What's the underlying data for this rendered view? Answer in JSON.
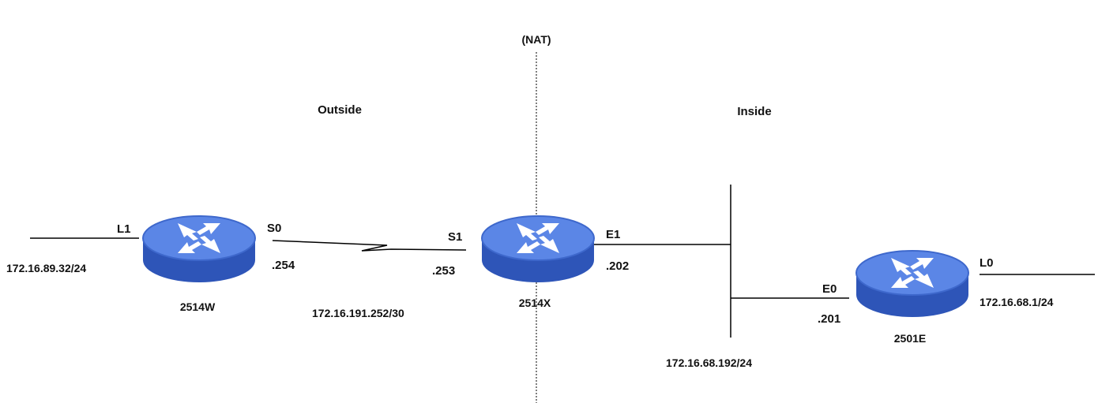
{
  "labels": {
    "nat": "(NAT)",
    "outside": "Outside",
    "inside": "Inside"
  },
  "routers": {
    "west": {
      "name": "2514W"
    },
    "x": {
      "name": "2514X"
    },
    "east": {
      "name": "2501E"
    }
  },
  "interfaces": {
    "w_l1": "L1",
    "w_s0": "S0",
    "w_s0_ip": ".254",
    "x_s1": "S1",
    "x_s1_ip": ".253",
    "x_e1": "E1",
    "x_e1_ip": ".202",
    "e_e0": "E0",
    "e_e0_ip": ".201",
    "e_l0": "L0"
  },
  "networks": {
    "w_loopback": "172.16.89.32/24",
    "serial_link": "172.16.191.252/30",
    "lan": "172.16.68.192/24",
    "e_loopback": "172.16.68.1/24"
  },
  "colors": {
    "router_top": "#5b86e6",
    "router_side": "#2e55b8",
    "router_arrow": "#ffffff",
    "line": "#000000"
  }
}
